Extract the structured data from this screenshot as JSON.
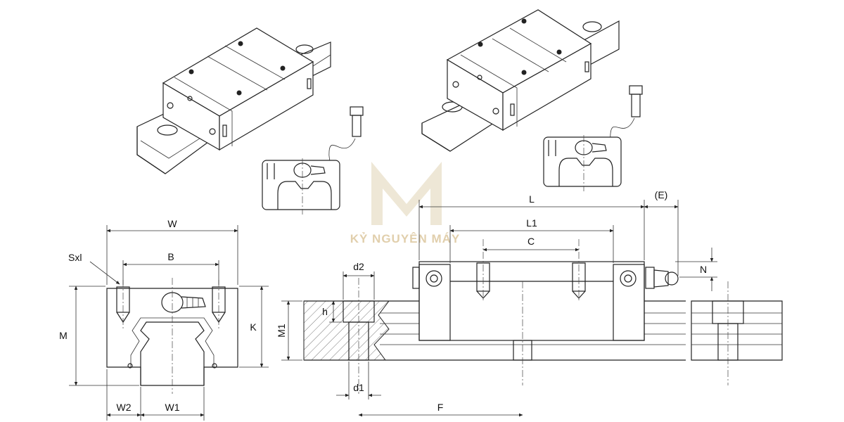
{
  "watermark": {
    "brand_text": "KỶ NGUYÊN MÁY"
  },
  "labels": {
    "W": "W",
    "B": "B",
    "SxI": "Sxl",
    "M": "M",
    "K": "K",
    "W2": "W2",
    "W1": "W1",
    "L": "L",
    "E": "(E)",
    "L1": "L1",
    "C": "C",
    "N": "N",
    "d2": "d2",
    "h": "h",
    "M1": "M1",
    "d1": "d1",
    "F": "F"
  },
  "colors": {
    "line": "#222222",
    "watermark": "#c9a86a",
    "background": "#ffffff"
  }
}
